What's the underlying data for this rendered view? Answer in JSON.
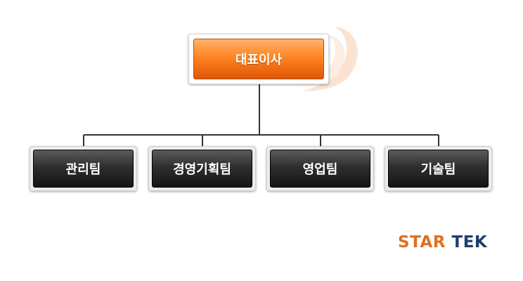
{
  "chart": {
    "root": {
      "label": "대표이사"
    },
    "children": [
      {
        "label": "관리팀"
      },
      {
        "label": "경영기획팀"
      },
      {
        "label": "영업팀"
      },
      {
        "label": "기술팀"
      }
    ]
  },
  "logo": {
    "part1": "STAR",
    "part2": "TEK"
  },
  "colors": {
    "root_fill": "#ff8a2a",
    "team_fill": "#1e1e1e",
    "connector": "#333333",
    "logo_star": "#e07020",
    "logo_tek": "#1f3f6e"
  }
}
